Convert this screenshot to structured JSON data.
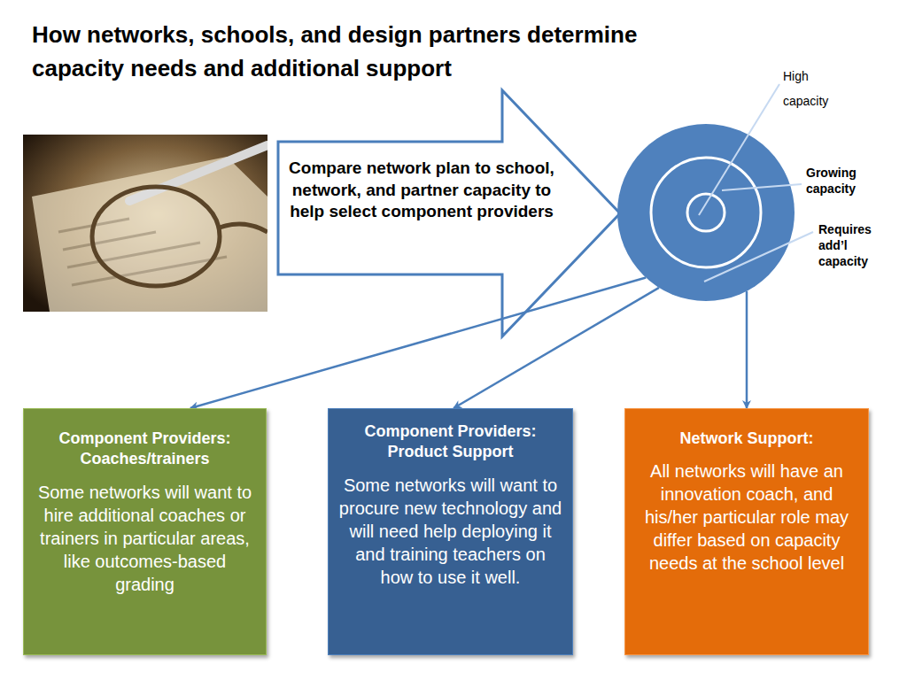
{
  "diagram": {
    "title": "How networks, schools, and design partners determine capacity needs and additional support",
    "nodes": [
      {
        "text": [
          "Compare network plan to school, network, and partner capacity to help select component providers"
        ]
      },
      {
        "text": [
          "High capacity",
          "Growing capacity",
          "Requires add’l capacity"
        ]
      },
      {
        "text": [
          "Component Providers: Coaches/trainers",
          "Some networks will want to hire additional coaches or trainers in particular areas, like outcomes-based grading"
        ]
      },
      {
        "text": [
          "Component Providers: Product Support",
          "Some networks will want to procure new technology and will need help deploying it and training teachers on how to use it well."
        ]
      },
      {
        "text": [
          "Network Support:",
          "All networks will have an innovation coach, and his/her particular role may differ based on capacity needs at the school level"
        ]
      }
    ],
    "edges": [
      {
        "from": 1,
        "to": 2,
        "arrow": "to"
      },
      {
        "from": 1,
        "to": 3,
        "arrow": "to"
      },
      {
        "from": 1,
        "to": 4,
        "arrow": "to"
      }
    ]
  }
}
